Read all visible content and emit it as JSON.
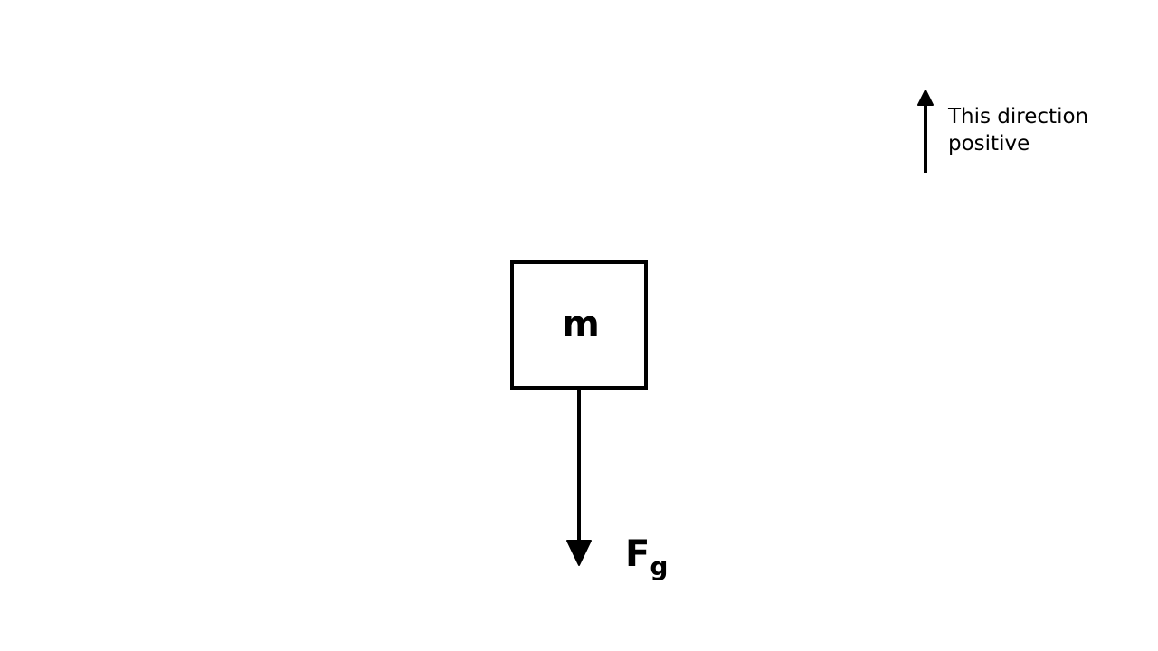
{
  "mass": {
    "label": "m"
  },
  "force": {
    "symbol": "F",
    "subscript": "g"
  },
  "direction_note": {
    "line1": "This direction",
    "line2": "positive"
  },
  "colors": {
    "stroke": "#000000",
    "background": "#ffffff"
  }
}
